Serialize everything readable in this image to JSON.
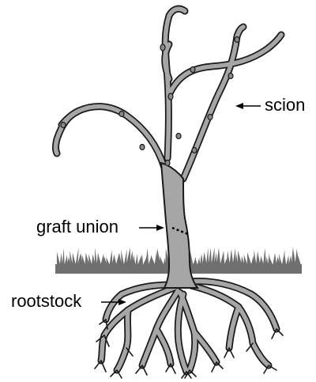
{
  "labels": {
    "scion": "scion",
    "graft_union": "graft union",
    "rootstock": "rootstock"
  },
  "colors": {
    "plant_fill": "#a6a6a6",
    "outline": "#1a1a1a",
    "grass": "#6f6f6f",
    "graft_mark": "#000000"
  }
}
